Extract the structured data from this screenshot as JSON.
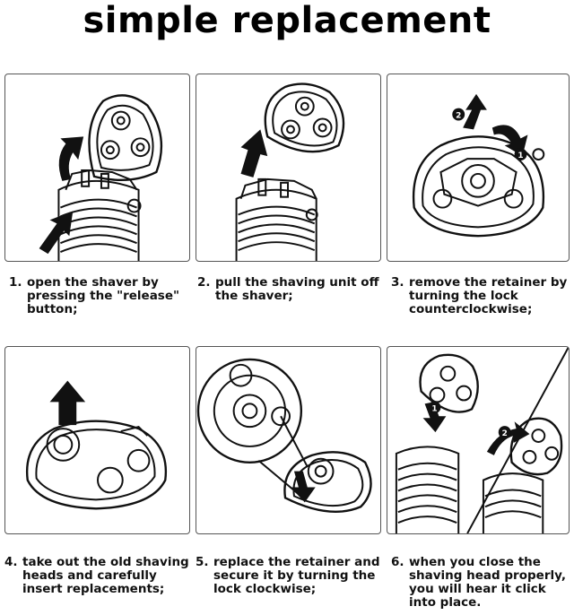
{
  "title": "simple replacement",
  "steps": [
    {
      "num": "1.",
      "lines": [
        "open the shaver by",
        "pressing the \"release\"",
        "button;"
      ]
    },
    {
      "num": "2.",
      "lines": [
        "pull the shaving unit off",
        "the shaver;"
      ]
    },
    {
      "num": "3.",
      "lines": [
        "remove the retainer by",
        "turning the lock",
        "counterclockwise;"
      ]
    },
    {
      "num": "4.",
      "lines": [
        "take out the old shaving",
        "heads and carefully",
        "insert replacements;"
      ]
    },
    {
      "num": "5.",
      "lines": [
        "replace the retainer and",
        "secure it by turning the",
        "lock clockwise;"
      ]
    },
    {
      "num": "6.",
      "lines": [
        "when you close the",
        "shaving head properly,",
        "you will hear it click",
        "into place."
      ]
    }
  ],
  "markers": {
    "step3_a": "2",
    "step3_b": "1",
    "step6_a": "1",
    "step6_b": "2"
  }
}
